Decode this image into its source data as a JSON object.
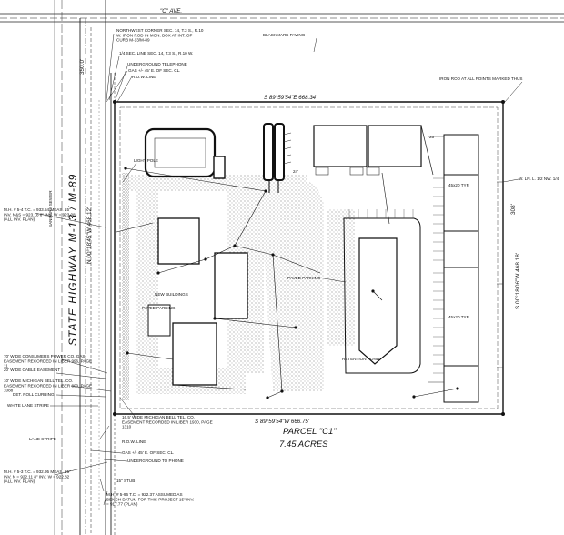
{
  "top_street": "\"C\" AVE.",
  "highway": "STATE HIGHWAY M-13 / M-89",
  "highway_row": "N 00°18'45\"W  468.12'",
  "width_350": "350.0'",
  "bearing_north": "S 89°59'54\"E  668.34'",
  "bearing_south": "S 89°59'54\"W  666.75'",
  "bearing_east": "S 00°18'06\"W  468.18'",
  "width_308": "308'",
  "parcel_name": "PARCEL \"C1\"",
  "parcel_area": "7.45 ACRES",
  "notes": {
    "nw_corner": "NORTHWEST CORNER SEC. 14, T.3 S., R.10 W. IRON ROD IN MON. BOX AT INT. OF CURB M-13/M-89",
    "blackmark_paving": "BLACKMARK PAVING",
    "sec_line": "1/4 SEC. LINE SEC. 14, T.3 S., R.10 W.",
    "underground_telephone": "UNDERGROUND TELEPHONE",
    "gas": "GAS +/- 45' E. OF SEC. CL.",
    "row_line": "R.O.W. LINE",
    "iron_rod": "IRON ROD AT ALL POINTS MARKED THUS",
    "row_line_e": "W. LN. L. 1/2 NW. 1/4",
    "light_pole": "LIGHT POLE",
    "sanitary_sewer": "SANITARY SEWER",
    "mh1": "M.H. # 5-4 T.C. = 933.54 MEAS. 15\" INV. N&S = 923.18 8\" INV. W = 923.08 (ALL INV. PLAN)",
    "new_buildings": "NEW BUILDINGS",
    "paved_parking": "PAVED PARKING",
    "paved_parking2": "PAVED PARKING",
    "retention_pond": "RETENTION POND",
    "cp1": "70' WIDE CONSUMERS POWER CO. GAS EASEMENT RECORDED IN LIBER 996, PAGE 11",
    "cp2": "20' WIDE CABLE EASEMENT",
    "mb1": "10' WIDE MICHIGAN BELL TEL. CO. EASEMENT RECORDED IN LIBER 800, PAGE 1088",
    "roll_curbing": "DET. ROLL CURBING",
    "white_lane": "WHITE LANE STRIPE",
    "mb2": "16.5' WIDE MICHIGAN BELL TEL. CO. EASEMENT RECORDED IN LIBER 1930, PAGE 1310",
    "row_line2": "R.O.W. LINE",
    "lane_stripe": "LANE STRIPE",
    "gas2": "GAS +/- 45' E. OF SEC. CL.",
    "ug_phone": "UNDERGROUND TO PHONE",
    "mh2": "M.H. # 5-3 T.C. = 932.95 MEAS. 15\" INV. N = 922.11 8\" INV. W = 922.82 (ALL INV. PLAN)",
    "stub": "15\" STUB",
    "mh3": "M.H. # 5-96 T.C. = 922.37 ASSUMED AS BENCH DATUM FOR THIS PROJECT 15\" INV. = 917.77 (PLAN)",
    "stall_a": "45x20 TYP.",
    "stall_b": "45x20 TYP.",
    "dim_25": "25'",
    "dim_24": "24'"
  }
}
